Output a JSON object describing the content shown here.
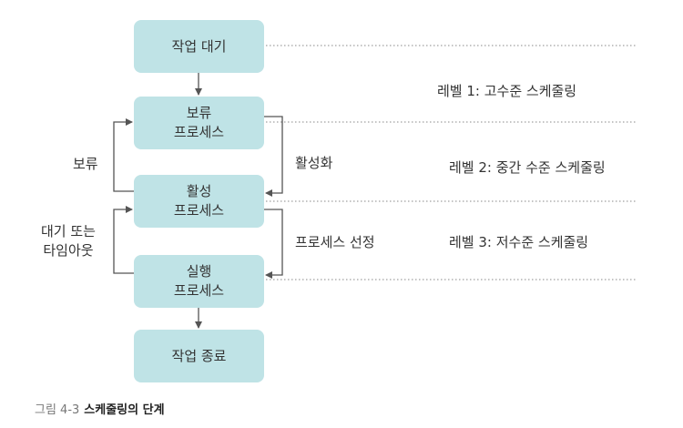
{
  "boxes": {
    "wait": "작업 대기",
    "hold": "보류\n프로세스",
    "active": "활성\n프로세스",
    "run": "실행\n프로세스",
    "end": "작업 종료"
  },
  "edge_labels": {
    "hold_loop": "보류",
    "wait_timeout": "대기 또는\n타임아웃",
    "activate": "활성화",
    "select": "프로세스 선정"
  },
  "levels": [
    "레벨 1: 고수준 스케줄링",
    "레벨 2: 중간 수준 스케줄링",
    "레벨 3: 저수준 스케줄링"
  ],
  "caption": {
    "prefix": "그림 4-3",
    "title": "스케줄링의 단계"
  },
  "colors": {
    "box_fill": "#bfe3e6",
    "line": "#555555",
    "dotted": "#888888",
    "text": "#333333"
  }
}
